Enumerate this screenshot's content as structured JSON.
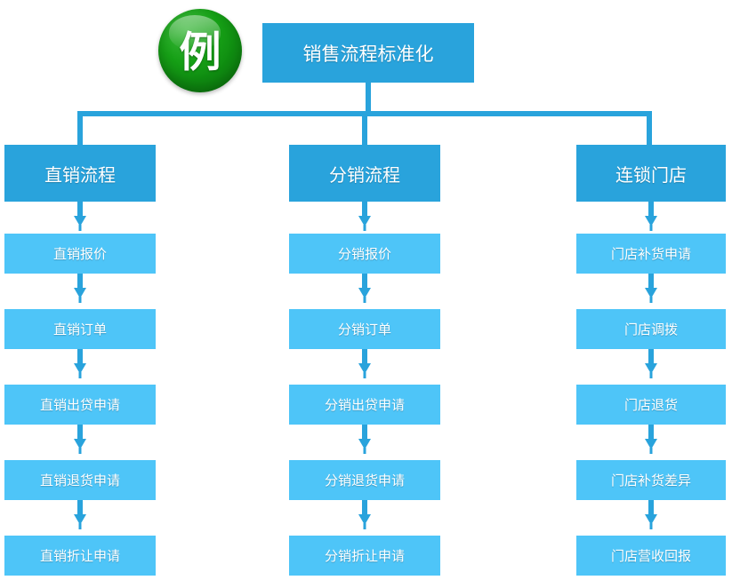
{
  "diagram": {
    "type": "org-flowchart",
    "badge": {
      "label": "例",
      "color": "#16a016"
    },
    "colors": {
      "level1_box": "#29a3dc",
      "level2_box": "#29a3dc",
      "leaf_box": "#4ec5f8",
      "connector": "#29a3dc",
      "text": "#ffffff",
      "background": "#ffffff"
    },
    "root": {
      "label": "销售流程标准化"
    },
    "branches": [
      {
        "label": "直销流程",
        "steps": [
          {
            "label": "直销报价"
          },
          {
            "label": "直销订单"
          },
          {
            "label": "直销出贷申请"
          },
          {
            "label": "直销退货申请"
          },
          {
            "label": "直销折让申请"
          }
        ]
      },
      {
        "label": "分销流程",
        "steps": [
          {
            "label": "分销报价"
          },
          {
            "label": "分销订单"
          },
          {
            "label": "分销出贷申请"
          },
          {
            "label": "分销退货申请"
          },
          {
            "label": "分销折让申请"
          }
        ]
      },
      {
        "label": "连锁门店",
        "steps": [
          {
            "label": "门店补货申请"
          },
          {
            "label": "门店调拨"
          },
          {
            "label": "门店退货"
          },
          {
            "label": "门店补货差异"
          },
          {
            "label": "门店营收回报"
          }
        ]
      }
    ]
  }
}
